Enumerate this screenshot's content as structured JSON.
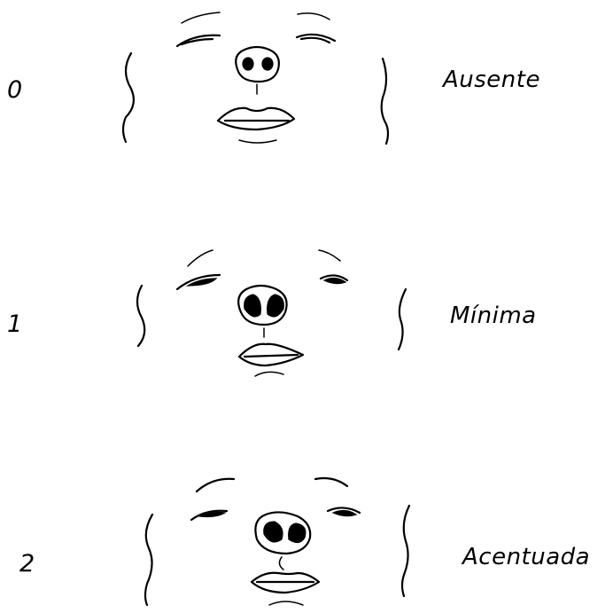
{
  "rows": [
    {
      "score": "0",
      "label": "Ausente"
    },
    {
      "score": "1",
      "label": "Mínima"
    },
    {
      "score": "2",
      "label": "Acentuada"
    }
  ],
  "colors": {
    "ink": "#000000",
    "background": "#ffffff"
  }
}
